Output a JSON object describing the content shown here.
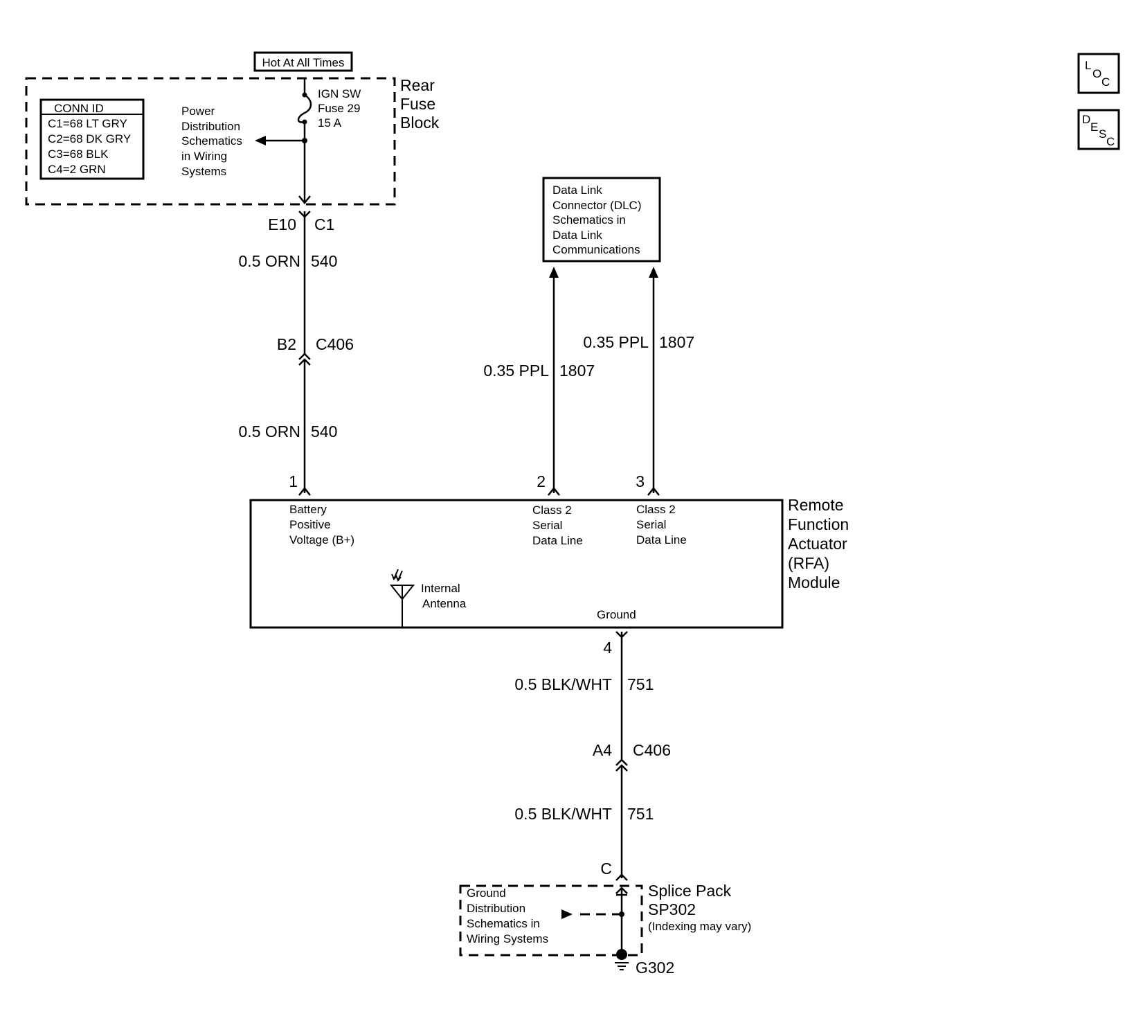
{
  "hot_label": "Hot At All Times",
  "rear_fuse_block": {
    "name_lines": [
      "Rear",
      "Fuse",
      "Block"
    ],
    "fuse_lines": [
      "IGN SW",
      "Fuse 29",
      "15 A"
    ],
    "power_ref_lines": [
      "Power",
      "Distribution",
      "Schematics",
      "in Wiring",
      "Systems"
    ],
    "conn_id": {
      "title": "CONN ID",
      "rows": [
        "C1=68 LT GRY",
        "C2=68 DK GRY",
        "C3=68 BLK",
        "C4=2 GRN"
      ]
    }
  },
  "circuit_540": {
    "top_connector": {
      "pin": "E10",
      "name": "C1"
    },
    "wire_upper": {
      "gauge_color": "0.5 ORN",
      "circuit": "540"
    },
    "inline_connector": {
      "pin": "B2",
      "name": "C406"
    },
    "wire_lower": {
      "gauge_color": "0.5 ORN",
      "circuit": "540"
    },
    "module_pin": "1"
  },
  "dlc": {
    "lines": [
      "Data Link",
      "Connector (DLC)",
      "Schematics in",
      "Data Link",
      "Communications"
    ]
  },
  "circuit_1807_a": {
    "gauge_color": "0.35 PPL",
    "circuit": "1807",
    "module_pin": "2"
  },
  "circuit_1807_b": {
    "gauge_color": "0.35 PPL",
    "circuit": "1807",
    "module_pin": "3"
  },
  "module": {
    "name_lines": [
      "Remote",
      "Function",
      "Actuator",
      "(RFA)",
      "Module"
    ],
    "pin1_label": [
      "Battery",
      "Positive",
      "Voltage (B+)"
    ],
    "pin2_label": [
      "Class 2",
      "Serial",
      "Data Line"
    ],
    "pin3_label": [
      "Class 2",
      "Serial",
      "Data Line"
    ],
    "antenna_label": [
      "Internal",
      "Antenna"
    ],
    "ground_label": "Ground"
  },
  "circuit_751": {
    "module_pin": "4",
    "wire_upper": {
      "gauge_color": "0.5 BLK/WHT",
      "circuit": "751"
    },
    "inline_connector": {
      "pin": "A4",
      "name": "C406"
    },
    "wire_lower": {
      "gauge_color": "0.5 BLK/WHT",
      "circuit": "751"
    },
    "splice_pin": "C"
  },
  "splice_pack": {
    "name_lines": [
      "Splice Pack",
      "SP302"
    ],
    "note": "(Indexing may vary)",
    "ground_ref_lines": [
      "Ground",
      "Distribution",
      "Schematics in",
      "Wiring Systems"
    ],
    "ground_id": "G302"
  },
  "nav_buttons": {
    "loc": [
      "L",
      "O",
      "C"
    ],
    "desc": [
      "D",
      "E",
      "S",
      "C"
    ]
  }
}
